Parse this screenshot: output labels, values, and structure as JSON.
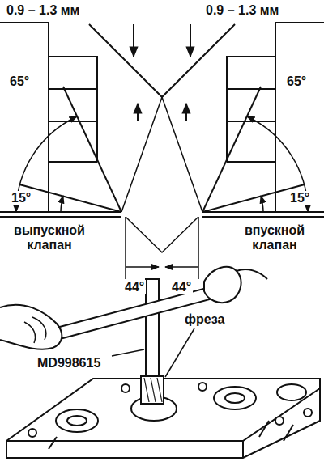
{
  "diagram": {
    "labels": [
      "0.9 – 1.3 мм",
      "0.9 – 1.3 мм",
      "65°",
      "65°",
      "15°",
      "15°",
      "выпускной клапан",
      "впускной клапан",
      "44°",
      "44°",
      "фреза",
      "MD998615"
    ]
  }
}
